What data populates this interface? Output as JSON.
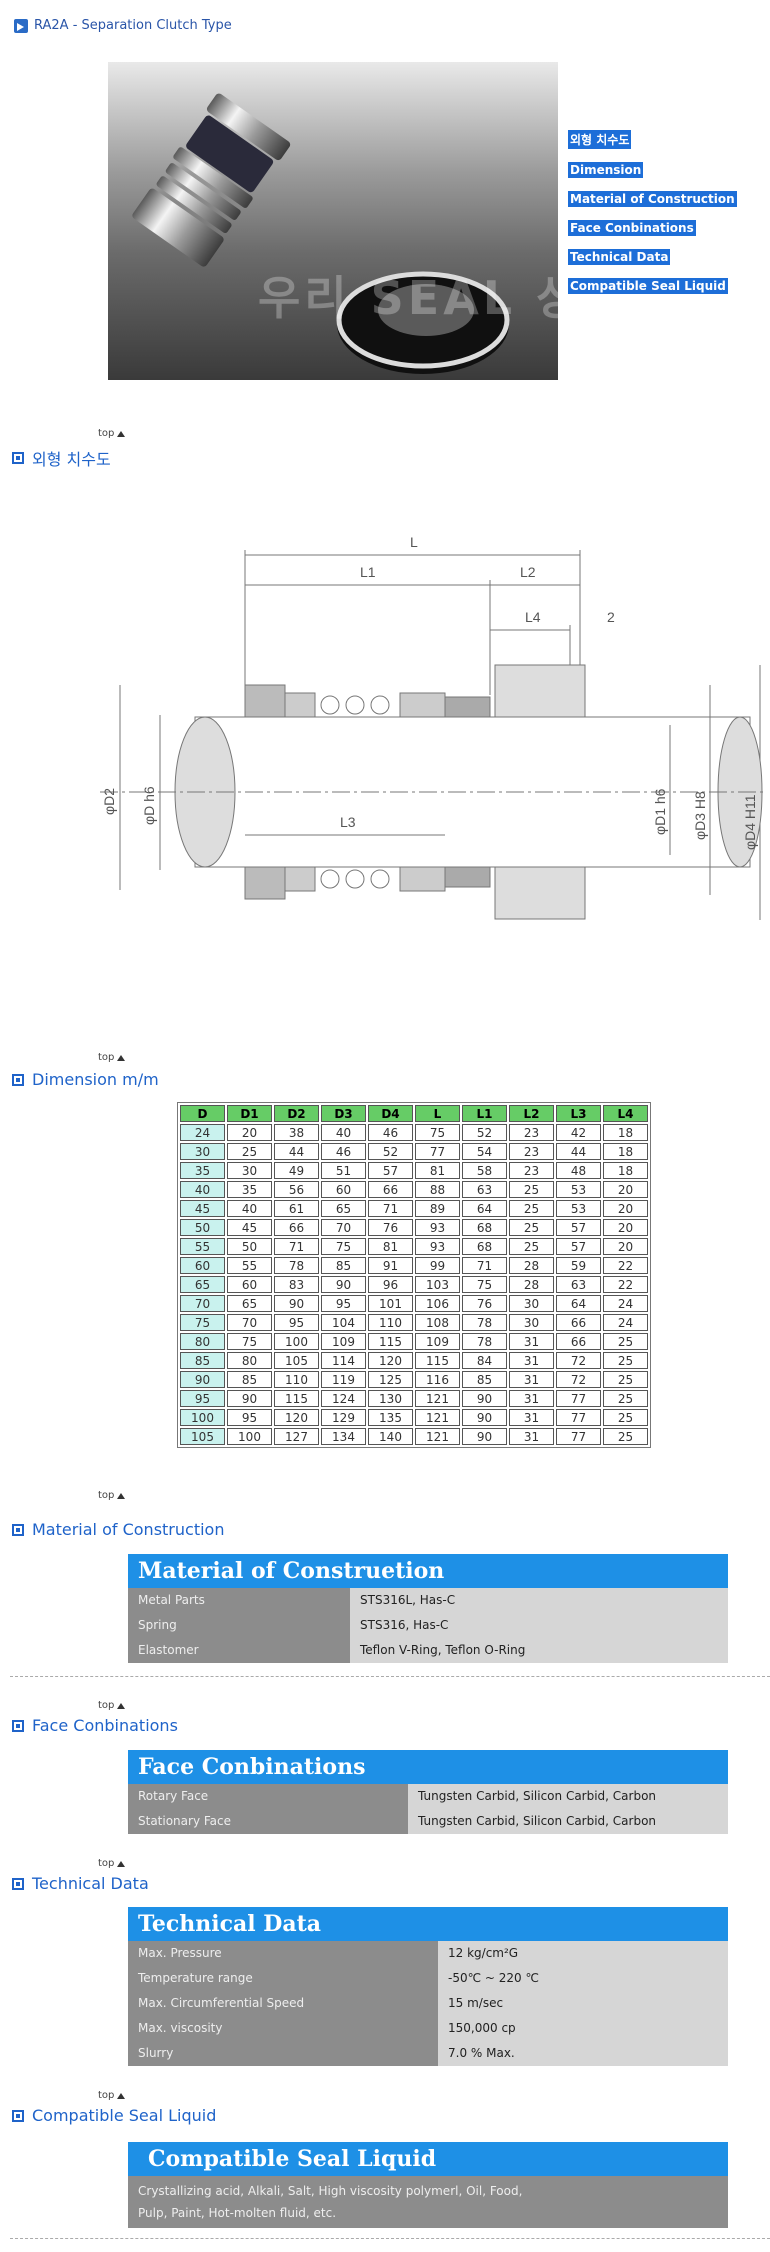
{
  "page_title": "RA2A - Separation Clutch Type",
  "hero": {
    "watermark": "우리 SEAL 상업"
  },
  "quick_links": [
    "외형 치수도",
    "Dimension",
    "Material of Construction",
    "Face Conbinations",
    "Technical Data",
    "Compatible Seal Liquid"
  ],
  "top_label": "top",
  "sections": {
    "outline": "외형 치수도",
    "dimension": "Dimension m/m",
    "material": "Material of Construction",
    "face": "Face Conbinations",
    "technical": "Technical Data",
    "liquid": "Compatible Seal Liquid"
  },
  "drawing_labels": {
    "L": "L",
    "L1": "L1",
    "L2": "L2",
    "L3": "L3",
    "L4": "L4",
    "two": "2",
    "D2": "φD2",
    "D": "φD h6",
    "D1": "φD1 h6",
    "D3": "φD3 H8",
    "D4": "φD4 H11"
  },
  "dimension_table": {
    "headers": [
      "D",
      "D1",
      "D2",
      "D3",
      "D4",
      "L",
      "L1",
      "L2",
      "L3",
      "L4"
    ],
    "rows": [
      [
        "24",
        "20",
        "38",
        "40",
        "46",
        "75",
        "52",
        "23",
        "42",
        "18"
      ],
      [
        "30",
        "25",
        "44",
        "46",
        "52",
        "77",
        "54",
        "23",
        "44",
        "18"
      ],
      [
        "35",
        "30",
        "49",
        "51",
        "57",
        "81",
        "58",
        "23",
        "48",
        "18"
      ],
      [
        "40",
        "35",
        "56",
        "60",
        "66",
        "88",
        "63",
        "25",
        "53",
        "20"
      ],
      [
        "45",
        "40",
        "61",
        "65",
        "71",
        "89",
        "64",
        "25",
        "53",
        "20"
      ],
      [
        "50",
        "45",
        "66",
        "70",
        "76",
        "93",
        "68",
        "25",
        "57",
        "20"
      ],
      [
        "55",
        "50",
        "71",
        "75",
        "81",
        "93",
        "68",
        "25",
        "57",
        "20"
      ],
      [
        "60",
        "55",
        "78",
        "85",
        "91",
        "99",
        "71",
        "28",
        "59",
        "22"
      ],
      [
        "65",
        "60",
        "83",
        "90",
        "96",
        "103",
        "75",
        "28",
        "63",
        "22"
      ],
      [
        "70",
        "65",
        "90",
        "95",
        "101",
        "106",
        "76",
        "30",
        "64",
        "24"
      ],
      [
        "75",
        "70",
        "95",
        "104",
        "110",
        "108",
        "78",
        "30",
        "66",
        "24"
      ],
      [
        "80",
        "75",
        "100",
        "109",
        "115",
        "109",
        "78",
        "31",
        "66",
        "25"
      ],
      [
        "85",
        "80",
        "105",
        "114",
        "120",
        "115",
        "84",
        "31",
        "72",
        "25"
      ],
      [
        "90",
        "85",
        "110",
        "119",
        "125",
        "116",
        "85",
        "31",
        "72",
        "25"
      ],
      [
        "95",
        "90",
        "115",
        "124",
        "130",
        "121",
        "90",
        "31",
        "77",
        "25"
      ],
      [
        "100",
        "95",
        "120",
        "129",
        "135",
        "121",
        "90",
        "31",
        "77",
        "25"
      ],
      [
        "105",
        "100",
        "127",
        "134",
        "140",
        "121",
        "90",
        "31",
        "77",
        "25"
      ]
    ]
  },
  "material_panel": {
    "title": "Material of Construetion",
    "rows": [
      {
        "label": "Metal Parts",
        "value": "STS316L, Has-C"
      },
      {
        "label": "Spring",
        "value": "STS316, Has-C"
      },
      {
        "label": "Elastomer",
        "value": "Teflon V-Ring, Teflon O-Ring"
      }
    ]
  },
  "face_panel": {
    "title": "Face Conbinations",
    "rows": [
      {
        "label": "Rotary Face",
        "value": "Tungsten Carbid, Silicon Carbid, Carbon"
      },
      {
        "label": "Stationary Face",
        "value": "Tungsten Carbid, Silicon Carbid, Carbon"
      }
    ]
  },
  "technical_panel": {
    "title": "Technical Data",
    "rows": [
      {
        "label": "Max. Pressure",
        "value": "12 kg/cm²G"
      },
      {
        "label": "Temperature range",
        "value": "-50℃ ~ 220 ℃"
      },
      {
        "label": "Max. Circumferential Speed",
        "value": "15  m/sec"
      },
      {
        "label": "Max. viscosity",
        "value": "150,000 cp"
      },
      {
        "label": "Slurry",
        "value": "7.0 % Max."
      }
    ]
  },
  "liquid_panel": {
    "title": "Compatible Seal Liquid",
    "lines": [
      "Crystallizing acid, Alkali, Salt, High viscosity polymerl,   Oil,   Food,",
      "Pulp, Paint, Hot-molten fluid, etc."
    ]
  }
}
